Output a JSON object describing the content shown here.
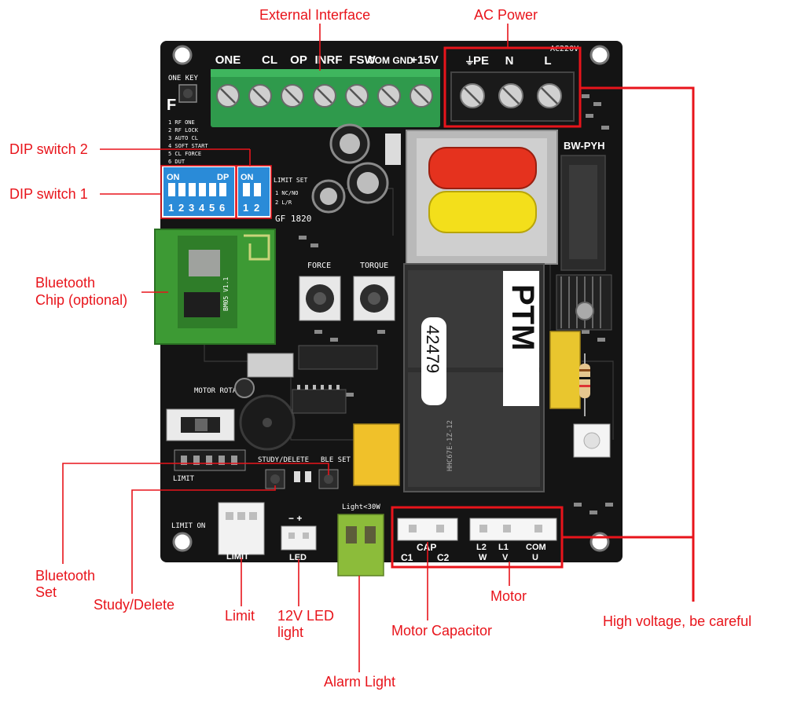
{
  "colors": {
    "annotation": "#e8141b",
    "board": "#141414",
    "terminal_green": "#2f9a4c",
    "transformer_red": "#e5321e",
    "transformer_yellow": "#f3df1b",
    "dip_blue": "#2a8bd8",
    "bluetooth_module": "#3d9a34",
    "alarm_connector": "#8cbc3a"
  },
  "callouts": {
    "external_interface": "External Interface",
    "ac_power": "AC Power",
    "dip_switch_2": "DIP switch 2",
    "dip_switch_1": "DIP switch 1",
    "bluetooth_chip_line1": "Bluetooth",
    "bluetooth_chip_line2": "Chip (optional)",
    "bluetooth_set_line1": "Bluetooth",
    "bluetooth_set_line2": "Set",
    "study_delete": "Study/Delete",
    "limit": "Limit",
    "led_light_line1": "12V LED",
    "led_light_line2": "light",
    "alarm_light": "Alarm Light",
    "motor_capacitor": "Motor Capacitor",
    "motor": "Motor",
    "high_voltage": "High voltage, be careful"
  },
  "board": {
    "external_terminals": [
      "ONE",
      "CL",
      "OP",
      "INRF",
      "FSW",
      "COM GND",
      "+15V"
    ],
    "ac_header": "AC220V",
    "ac_terminals": [
      "PE",
      "N",
      "L"
    ],
    "one_key": "ONE KEY",
    "dip_on": "ON",
    "dip_dp": "DP",
    "dip1_numbers": [
      "1",
      "2",
      "3",
      "4",
      "5",
      "6"
    ],
    "dip2_numbers": [
      "1",
      "2"
    ],
    "dip_legend": [
      "1 RF ONE",
      "2 RF LOCK",
      "3 AUTO CL",
      "4 SOFT START",
      "5 CL FORCE",
      "6 DUT"
    ],
    "limit_set": "LIMIT SET",
    "limit_set_rows": [
      "1 NC/NO",
      "2 L/R"
    ],
    "chip_marking": "GF 1820",
    "bt_module_label": "BM05 V1.1",
    "force": "FORCE",
    "torque": "TORQUE",
    "transformer_label": "BW-PYH",
    "relay_brand": "PTM",
    "relay_number": "42479",
    "relay_model": "HHC67E-1Z-12",
    "motor_rotation": "MOTOR ROTATION",
    "limit_silk": "LIMIT",
    "study_delete_silk": "STUDY/DELETE",
    "ble_set_silk": "BLE SET",
    "limit_on": "LIMIT ON",
    "light_rating": "Light<30W",
    "led_polarity": "−  +",
    "limit_connector": "LIMIT",
    "led_connector": "LED",
    "cap_label": "CAP",
    "cap_terminals": [
      "C1",
      "C2"
    ],
    "motor_terminals_top": [
      "L2",
      "L1",
      "COM"
    ],
    "motor_terminals_bottom": [
      "W",
      "V",
      "U"
    ]
  }
}
